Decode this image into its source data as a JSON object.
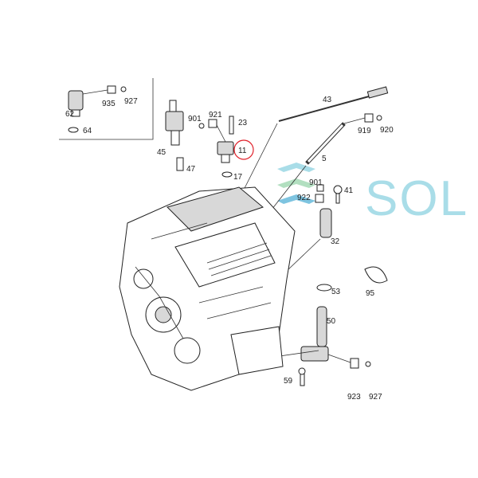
{
  "diagram": {
    "watermark": "SOL",
    "highlight_color": "#e0202a",
    "watermark_color": "#a9dde8",
    "highlighted_part": "11",
    "callouts": [
      "62",
      "935",
      "927",
      "64",
      "45",
      "47",
      "901",
      "921",
      "23",
      "11",
      "17",
      "43",
      "919",
      "920",
      "5",
      "901",
      "922",
      "41",
      "32",
      "53",
      "95",
      "50",
      "923",
      "927",
      "59"
    ]
  }
}
